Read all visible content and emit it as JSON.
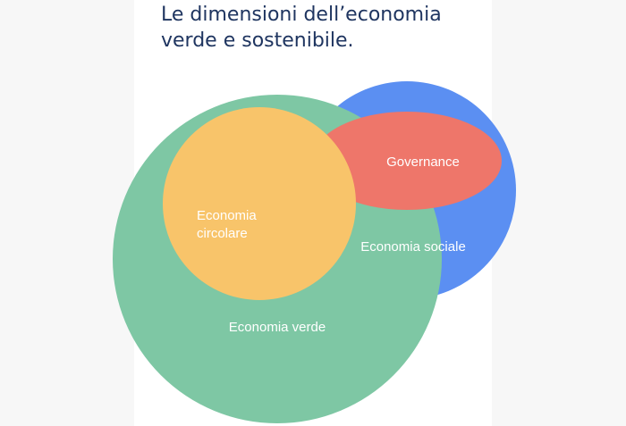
{
  "title": {
    "line1": "Le dimensioni dell’economia",
    "line2": "verde e sostenibile."
  },
  "diagram": {
    "labels": {
      "governance": "Governance",
      "economia_circolare_1": "Economia",
      "economia_circolare_2": "circolare",
      "economia_sociale": "Economia sociale",
      "economia_verde": "Economia verde"
    },
    "colors": {
      "economia_verde": "#7ec7a4",
      "economia_sociale": "#5b8ff2",
      "economia_circolare": "#f8c46a",
      "governance": "#ee766a",
      "label_text": "#ffffff",
      "title_text": "#1f3560"
    }
  }
}
